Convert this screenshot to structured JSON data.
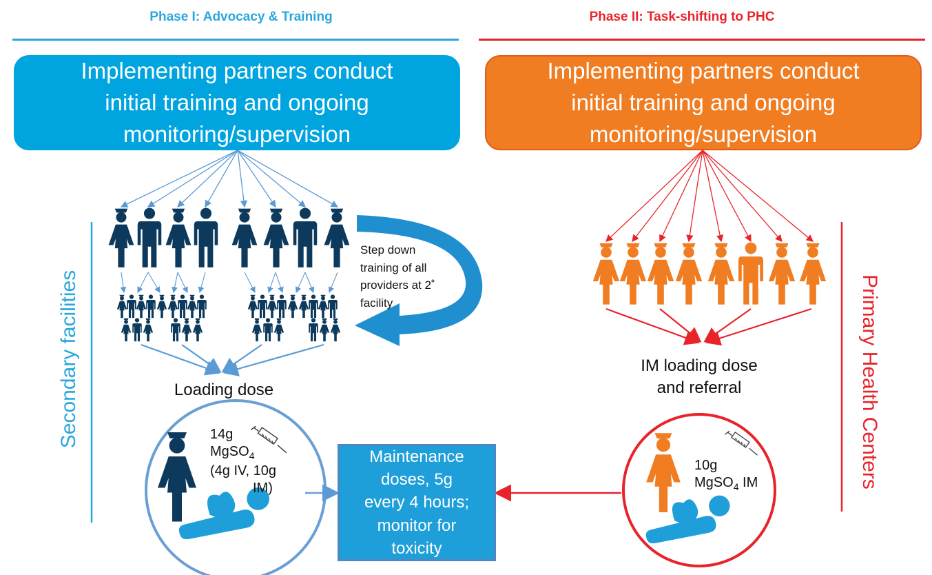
{
  "phase1": {
    "title": "Phase I: Advocacy & Training",
    "banner": [
      "Implementing partners conduct",
      "initial training and ongoing",
      "monitoring/supervision"
    ],
    "side_label": "Secondary facilities",
    "step_down": [
      "Step down",
      "training of all",
      "providers at 2˚",
      "facility"
    ],
    "loading_caption": "Loading dose",
    "dose": {
      "amount": "14g",
      "drug": "MgSO",
      "sub": "4",
      "route_1": "(4g IV, 10g",
      "route_2": "IM)"
    },
    "color": "#29a6dd"
  },
  "phase2": {
    "title": "Phase II: Task-shifting to PHC",
    "banner": [
      "Implementing partners conduct",
      "initial training and ongoing",
      "monitoring/supervision"
    ],
    "side_label": "Primary Health Centers",
    "loading_caption": [
      "IM loading dose",
      "and referral"
    ],
    "dose": {
      "amount": "10g",
      "drug": "MgSO",
      "sub": "4",
      "route": " IM"
    },
    "color": "#e8232a",
    "banner_color": "#f07d22"
  },
  "maintenance": [
    "Maintenance",
    "doses, 5g",
    "every 4 hours;",
    "monitor for",
    "toxicity"
  ],
  "icons": {
    "provider_figures": "person-icon",
    "syringe": "syringe-icon",
    "patient": "patient-icon",
    "step_arrow": "curved-arrow-icon"
  }
}
